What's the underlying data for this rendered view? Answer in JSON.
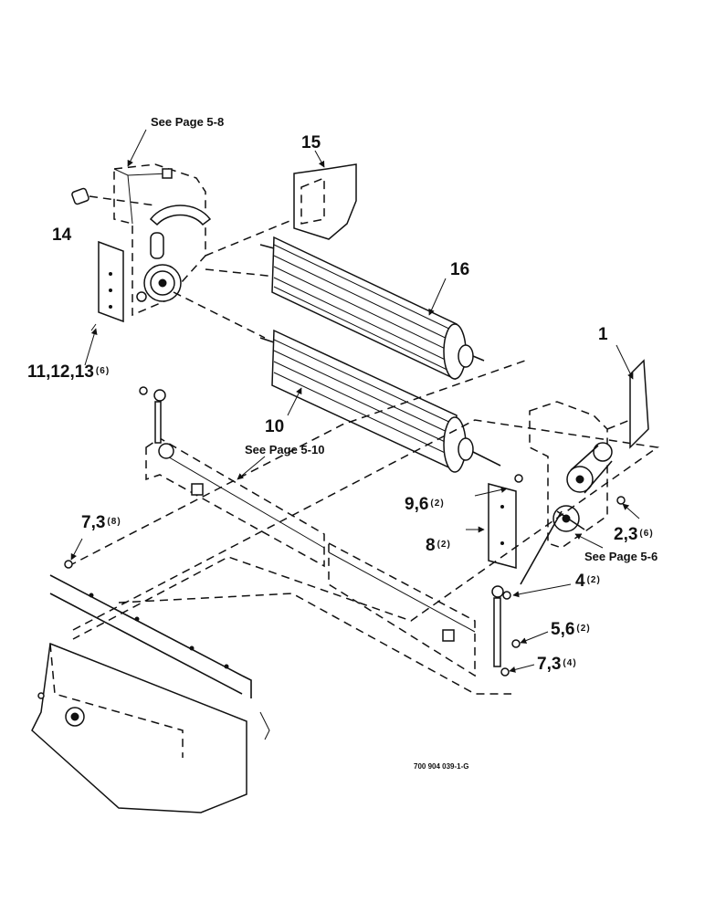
{
  "references": {
    "see_5_8": "See Page 5-8",
    "see_5_10": "See Page 5-10",
    "see_5_6": "See Page 5-6"
  },
  "callouts": {
    "c1": {
      "label": "1"
    },
    "c2": {
      "label": "2,3",
      "qty": "(6)"
    },
    "c4": {
      "label": "4",
      "qty": "(2)"
    },
    "c5": {
      "label": "5,6",
      "qty": "(2)"
    },
    "c7a": {
      "label": "7,3",
      "qty": "(8)"
    },
    "c7b": {
      "label": "7,3",
      "qty": "(4)"
    },
    "c8": {
      "label": "8",
      "qty": "(2)"
    },
    "c9": {
      "label": "9,6",
      "qty": "(2)"
    },
    "c10": {
      "label": "10"
    },
    "c11": {
      "label": "11,12,13",
      "qty": "(6)"
    },
    "c14": {
      "label": "14"
    },
    "c15": {
      "label": "15"
    },
    "c16": {
      "label": "16"
    }
  },
  "drawing_code": "700 904 039-1-G"
}
